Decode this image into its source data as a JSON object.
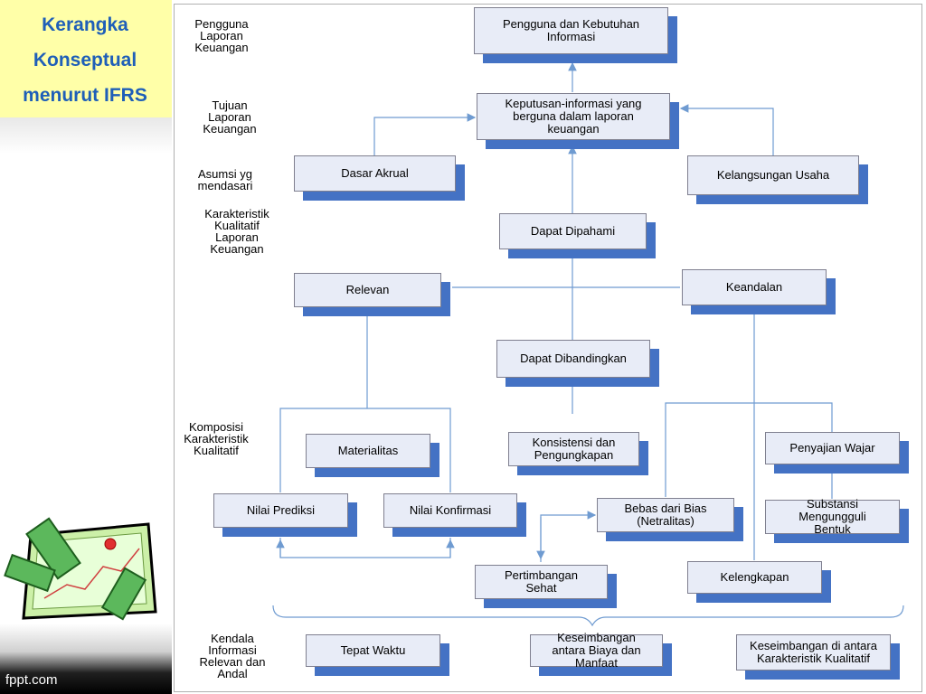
{
  "slide_title": "Kerangka\nKonseptual\nmenurut IFRS",
  "footer": "fppt.com",
  "colors": {
    "title": "#1f5fb8",
    "title_bg": "#ffffa8",
    "box_fill": "#e8ecf7",
    "box_shadow": "#4472c4",
    "connector": "#6f9bd1"
  },
  "row_labels": {
    "pengguna": "Pengguna\nLaporan\nKeuangan",
    "tujuan": "Tujuan\nLaporan\nKeuangan",
    "asumsi": "Asumsi yg\nmendasari",
    "karakteristik": "Karakteristik\nKualitatif\nLaporan\nKeuangan",
    "komposisi": "Komposisi\nKarakteristik\nKualitatif",
    "kendala": "Kendala\nInformasi\nRelevan dan\nAndal"
  },
  "boxes": {
    "pengguna_kebutuhan": "Pengguna dan Kebutuhan Informasi",
    "keputusan": "Keputusan-informasi yang berguna dalam laporan keuangan",
    "dasar_akrual": "Dasar Akrual",
    "kelangsungan_usaha": "Kelangsungan Usaha",
    "dapat_dipahami": "Dapat Dipahami",
    "relevan": "Relevan",
    "keandalan": "Keandalan",
    "dapat_dibandingkan": "Dapat Dibandingkan",
    "materialitas": "Materialitas",
    "konsistensi": "Konsistensi dan Pengungkapan",
    "penyajian_wajar": "Penyajian Wajar",
    "nilai_prediksi": "Nilai Prediksi",
    "nilai_konfirmasi": "Nilai Konfirmasi",
    "bebas_bias": "Bebas dari Bias (Netralitas)",
    "substansi": "Substansi Mengungguli Bentuk",
    "pertimbangan_sehat": "Pertimbangan Sehat",
    "kelengkapan": "Kelengkapan",
    "tepat_waktu": "Tepat Waktu",
    "keseimbangan_biaya": "Keseimbangan antara Biaya dan Manfaat",
    "keseimbangan_karakteristik": "Keseimbangan di antara Karakteristik Kualitatif"
  }
}
